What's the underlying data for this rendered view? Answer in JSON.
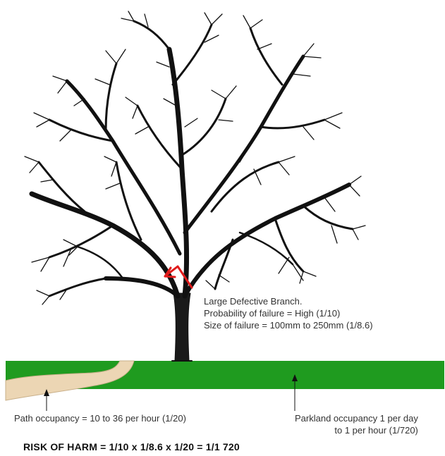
{
  "branch_note": {
    "line1": "Large Defective Branch.",
    "line2": "Probability of failure = High (1/10)",
    "line3": "Size of failure = 100mm to 250mm (1/8.6)"
  },
  "path_label": "Path occupancy = 10 to 36 per hour (1/20)",
  "parkland_label": {
    "line1": "Parkland occupancy 1 per day",
    "line2": "to 1 per hour (1/720)"
  },
  "risk_formula": "RISK OF HARM = 1/10 x 1/8.6 x 1/20 = 1/1 720",
  "colors": {
    "grass": "#1f9b1f",
    "path": "#ecd6b4",
    "tree": "#111111",
    "arrow": "#e01b1b"
  },
  "icons": {
    "defect_marker": "red-arrow-icon"
  }
}
